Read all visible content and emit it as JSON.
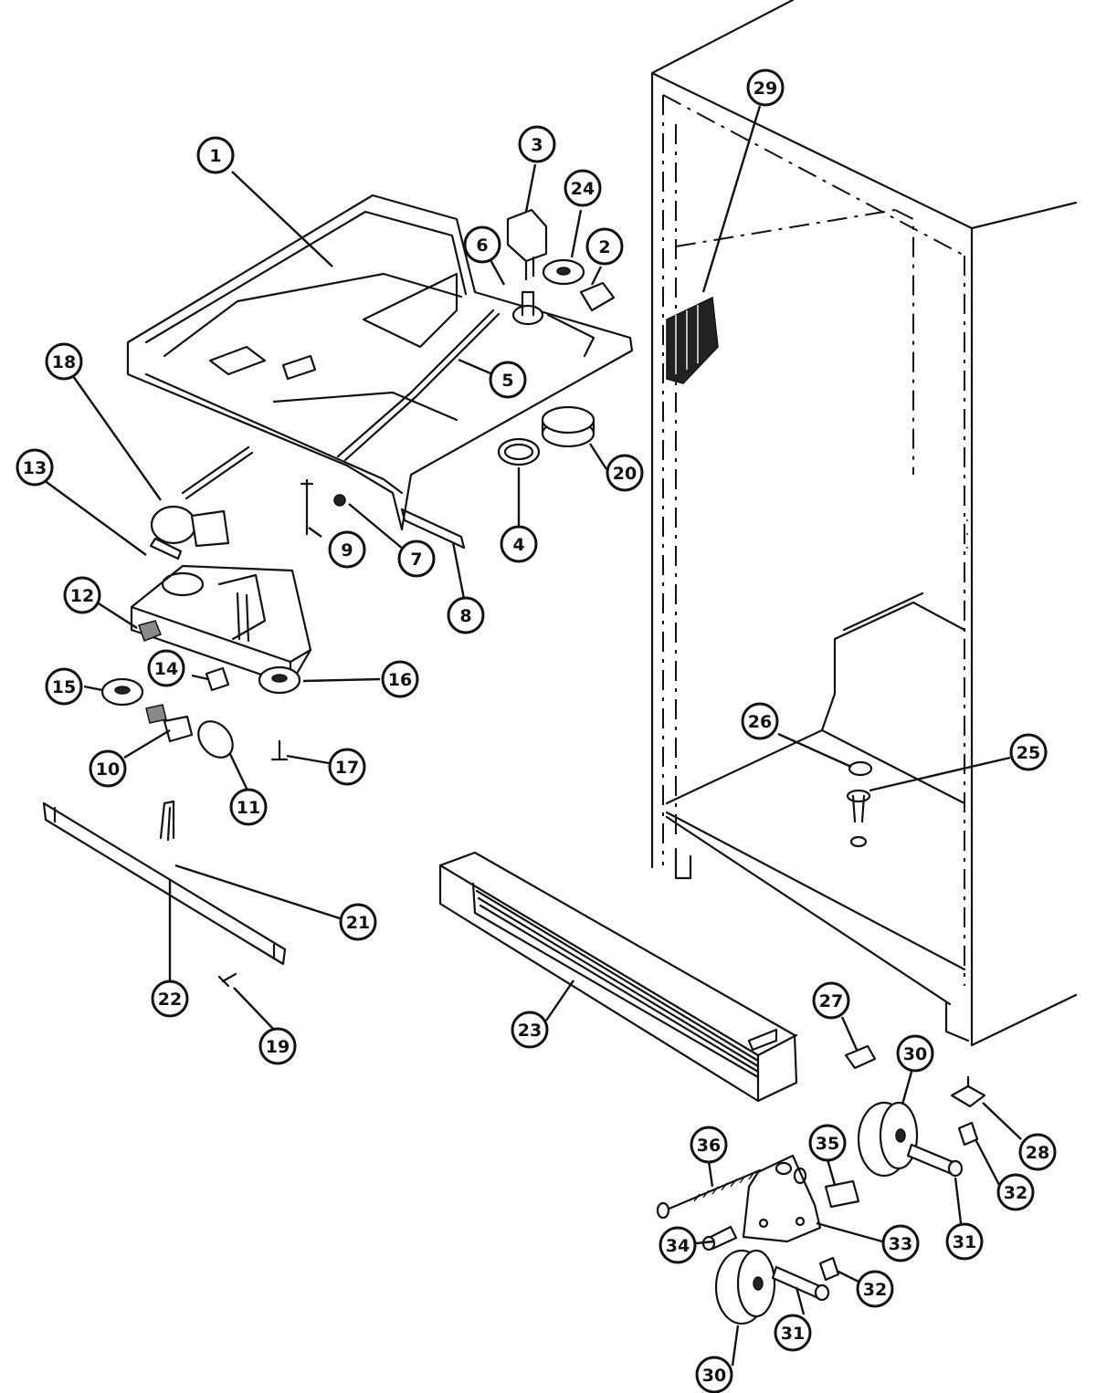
{
  "diagram": {
    "callouts": [
      {
        "id": "c1",
        "label": "1"
      },
      {
        "id": "c2",
        "label": "2"
      },
      {
        "id": "c3",
        "label": "3"
      },
      {
        "id": "c4",
        "label": "4"
      },
      {
        "id": "c5",
        "label": "5"
      },
      {
        "id": "c6",
        "label": "6"
      },
      {
        "id": "c7",
        "label": "7"
      },
      {
        "id": "c8",
        "label": "8"
      },
      {
        "id": "c9",
        "label": "9"
      },
      {
        "id": "c10",
        "label": "10"
      },
      {
        "id": "c11",
        "label": "11"
      },
      {
        "id": "c12",
        "label": "12"
      },
      {
        "id": "c13",
        "label": "13"
      },
      {
        "id": "c14",
        "label": "14"
      },
      {
        "id": "c15",
        "label": "15"
      },
      {
        "id": "c16",
        "label": "16"
      },
      {
        "id": "c17",
        "label": "17"
      },
      {
        "id": "c18",
        "label": "18"
      },
      {
        "id": "c19",
        "label": "19"
      },
      {
        "id": "c20",
        "label": "20"
      },
      {
        "id": "c21",
        "label": "21"
      },
      {
        "id": "c22",
        "label": "22"
      },
      {
        "id": "c23",
        "label": "23"
      },
      {
        "id": "c24",
        "label": "24"
      },
      {
        "id": "c25",
        "label": "25"
      },
      {
        "id": "c26",
        "label": "26"
      },
      {
        "id": "c27",
        "label": "27"
      },
      {
        "id": "c28",
        "label": "28"
      },
      {
        "id": "c29",
        "label": "29"
      },
      {
        "id": "c30a",
        "label": "30"
      },
      {
        "id": "c30b",
        "label": "30"
      },
      {
        "id": "c31a",
        "label": "31"
      },
      {
        "id": "c31b",
        "label": "31"
      },
      {
        "id": "c32a",
        "label": "32"
      },
      {
        "id": "c32b",
        "label": "32"
      },
      {
        "id": "c33",
        "label": "33"
      },
      {
        "id": "c34",
        "label": "34"
      },
      {
        "id": "c35",
        "label": "35"
      },
      {
        "id": "c36",
        "label": "36"
      }
    ]
  }
}
